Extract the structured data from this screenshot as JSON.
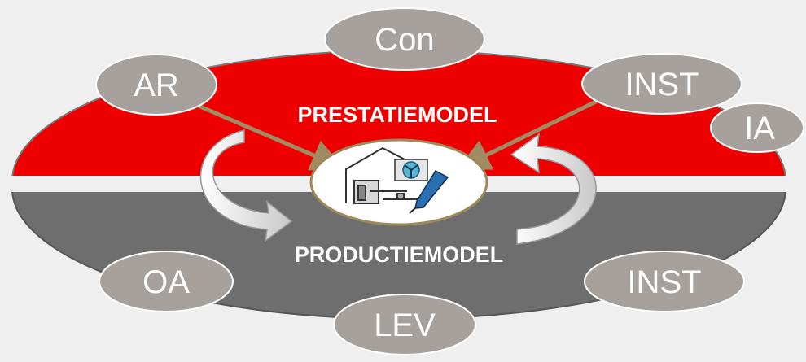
{
  "diagram": {
    "top_model_label": "PRESTATIEMODEL",
    "bottom_model_label": "PRODUCTIEMODEL",
    "nodes": {
      "con": "Con",
      "ar": "AR",
      "inst_top": "INST",
      "ia": "IA",
      "oa": "OA",
      "lev": "LEV",
      "inst_bottom": "INST"
    },
    "center_icon": "house-with-installation-and-pen-icon"
  },
  "colors": {
    "background": "#efefef",
    "prestatiemodel": "#ee0000",
    "productiemodel": "#6e6e6e",
    "node_fill": "#a6a19d",
    "arrow": "#a08b62",
    "center_border": "#9c8a5a"
  }
}
